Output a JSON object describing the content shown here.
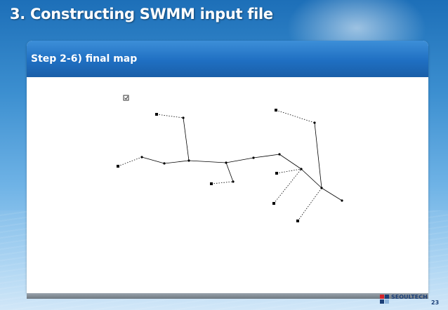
{
  "slide": {
    "title": "3. Constructing SWMM input file",
    "subtitle": "Step 2-6) final map",
    "page_number": "23"
  },
  "logo": {
    "text": "SEOULTECH",
    "icon": "seoultech-logo-icon"
  },
  "map": {
    "checkbox_icon": "checkbox-icon"
  },
  "colors": {
    "header_blue": "#1f6fc2",
    "title_text": "#ffffff",
    "map_line": "#000000"
  }
}
